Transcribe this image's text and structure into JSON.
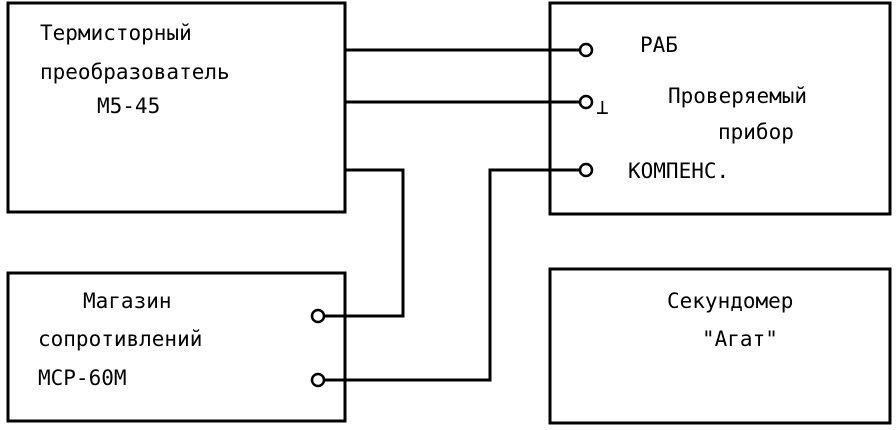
{
  "diagram": {
    "converter": {
      "line1": "Термисторный",
      "line2": "преобразователь",
      "line3": "М5-45"
    },
    "device": {
      "terminal_rab": "РАБ",
      "terminal_ground": "⊥",
      "terminal_komp": "КОМПЕНС.",
      "line1": "Проверяемый",
      "line2": "прибор"
    },
    "resistance_box": {
      "line1": "Магазин",
      "line2": "сопротивлений",
      "line3": "МСР-60М"
    },
    "stopwatch": {
      "line1": "Секундомер",
      "line2": "\"Агат\""
    }
  }
}
